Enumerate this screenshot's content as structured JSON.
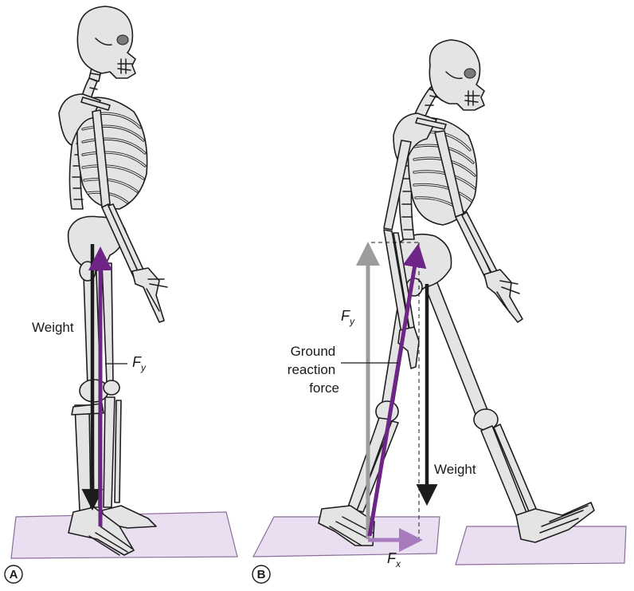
{
  "panel_a": {
    "letter": "A",
    "weight_label": "Weight",
    "fy_symbol": "F",
    "fy_subscript": "y"
  },
  "panel_b": {
    "letter": "B",
    "fy_symbol": "F",
    "fy_subscript": "y",
    "grf_label_lines": [
      "Ground",
      "reaction",
      "force"
    ],
    "weight_label": "Weight",
    "fx_symbol": "F",
    "fx_subscript": "x"
  },
  "colors": {
    "weight_arrow": "#1c1c1c",
    "ground_reaction_arrow": "#6e2585",
    "vertical_component_arrow": "#9c9c9c",
    "horizontal_component_arrow": "#a77bbd",
    "floor_plate": "#eadff0",
    "floor_plate_edge": "#8a6d99",
    "bone": "#e4e4e4"
  }
}
